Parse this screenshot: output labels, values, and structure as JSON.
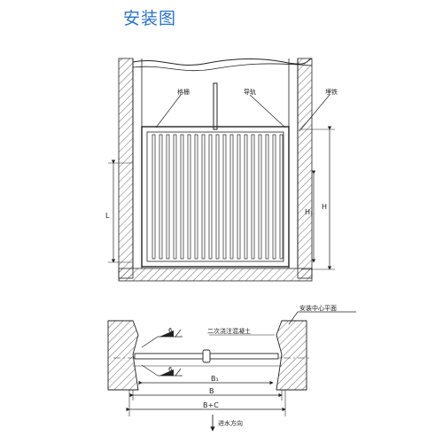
{
  "title": "安装图",
  "elevation": {
    "labels": {
      "grating": "格栅",
      "guide_rail": "导轨",
      "embedded_iron": "埋铁",
      "dim_L": "L",
      "dim_H1": "H₁",
      "dim_H": "H"
    }
  },
  "plan": {
    "labels": {
      "center_plane": "安装中心平面",
      "secondary_concrete": "二次浇注混凝土",
      "weld_symbol_top": "6",
      "weld_symbol_bottom": "6",
      "dim_B1": "B₁",
      "dim_B": "B",
      "dim_BC": "B+C",
      "flow_direction": "进水方向"
    }
  },
  "colors": {
    "title": "#2a73c4",
    "line": "#222222",
    "hatch": "#444444"
  }
}
